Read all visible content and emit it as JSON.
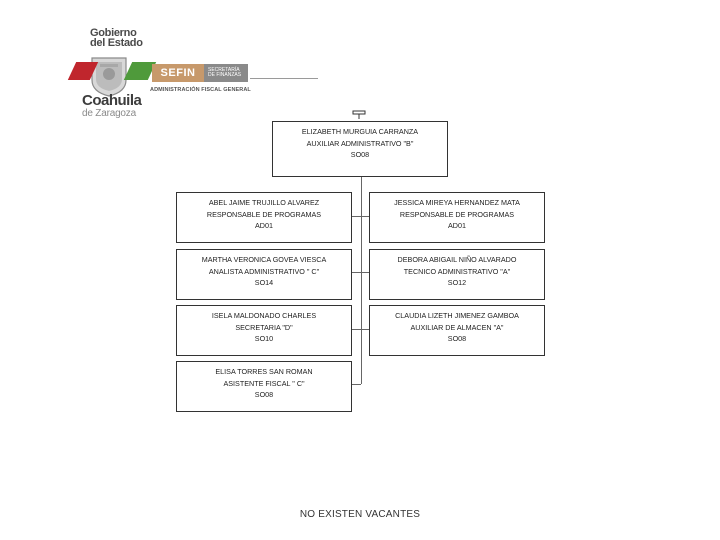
{
  "header": {
    "gobierno_line1": "Gobierno",
    "gobierno_line2": "del Estado",
    "state_name": "Coahuila",
    "state_suffix": "de Zaragoza",
    "sefin": "SEFIN",
    "secretaria_line1": "SECRETARÍA",
    "secretaria_line2": "DE FINANZAS",
    "admin": "ADMINISTRACIÓN FISCAL GENERAL",
    "colors": {
      "red": "#c0262d",
      "green": "#4f9a3b",
      "sefin": "#c7996b"
    }
  },
  "org": {
    "top": {
      "name": "ELIZABETH MURGUIA CARRANZA",
      "role": "AUXILIAR ADMINISTRATIVO \"B\"",
      "code": "SO08"
    },
    "left": [
      {
        "name": "ABEL JAIME TRUJILLO ALVAREZ",
        "role": "RESPONSABLE DE PROGRAMAS",
        "code": "AD01"
      },
      {
        "name": "MARTHA VERONICA GOVEA VIESCA",
        "role": "ANALISTA ADMINISTRATIVO \" C\"",
        "code": "SO14"
      },
      {
        "name": "ISELA MALDONADO CHARLES",
        "role": "SECRETARIA \"D\"",
        "code": "SO10"
      },
      {
        "name": "ELISA TORRES SAN ROMAN",
        "role": "ASISTENTE FISCAL \" C\"",
        "code": "SO08"
      }
    ],
    "right": [
      {
        "name": "JESSICA MIREYA HERNANDEZ MATA",
        "role": "RESPONSABLE DE PROGRAMAS",
        "code": "AD01"
      },
      {
        "name": "DEBORA ABIGAIL NIÑO ALVARADO",
        "role": "TECNICO ADMINISTRATIVO \"A\"",
        "code": "SO12"
      },
      {
        "name": "CLAUDIA LIZETH JIMENEZ GAMBOA",
        "role": "AUXILIAR DE ALMACEN \"A\"",
        "code": "SO08"
      }
    ]
  },
  "footer": "NO EXISTEN VACANTES"
}
